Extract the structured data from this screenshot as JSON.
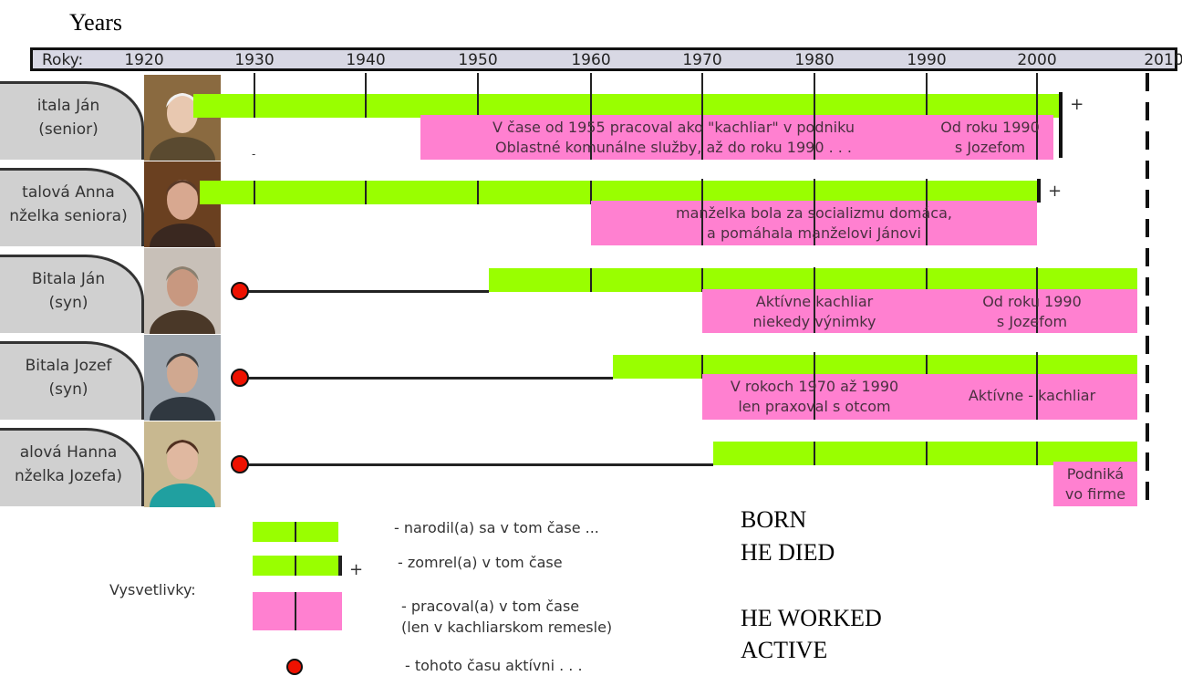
{
  "title": "Years",
  "axis": {
    "label": "Roky:",
    "years": [
      "1920",
      "1930",
      "1940",
      "1950",
      "1960",
      "1970",
      "1980",
      "1990",
      "2000",
      "2010"
    ]
  },
  "people": [
    {
      "name_line1": "itala Ján",
      "name_line2": "(senior)",
      "green_from": 1924,
      "green_to": 2002,
      "died": true,
      "plus": "+",
      "dot": false,
      "dash": "-",
      "work": [
        {
          "from": 1945,
          "to": 1990,
          "line1": "V čase od 1955 pracoval ako \"kachliar\" v podniku",
          "line2": "Oblastné komunálne služby, až do roku 1990 . . ."
        },
        {
          "from": 1990,
          "to": 2002,
          "line1": "Od roku 1990",
          "line2": "s Jozefom"
        }
      ]
    },
    {
      "name_line1": "talová Anna",
      "name_line2": "nželka seniora)",
      "green_from": 1925,
      "green_to": 2000,
      "died": true,
      "plus": "+",
      "dot": false,
      "work": [
        {
          "from": 1960,
          "to": 2000,
          "line1": "manželka bola za socializmu domáca,",
          "line2": "a pomáhala manželovi Jánovi"
        }
      ]
    },
    {
      "name_line1": "Bitala Ján",
      "name_line2": "(syn)",
      "green_from": 1951,
      "green_to": 2010,
      "died": false,
      "dot": true,
      "work": [
        {
          "from": 1970,
          "to": 1990,
          "line1": "Aktívne kachliar",
          "line2": "niekedy výnimky"
        },
        {
          "from": 1990,
          "to": 2010,
          "line1": "Od roku 1990",
          "line2": "s Jozefom"
        }
      ]
    },
    {
      "name_line1": "Bitala Jozef",
      "name_line2": "(syn)",
      "green_from": 1962,
      "green_to": 2010,
      "died": false,
      "dot": true,
      "work": [
        {
          "from": 1970,
          "to": 1990,
          "line1": "V rokoch 1970 až 1990",
          "line2": "len praxoval s otcom"
        },
        {
          "from": 1990,
          "to": 2010,
          "line1": "Aktívne -  kachliar",
          "line2": ""
        }
      ]
    },
    {
      "name_line1": "alová Hanna",
      "name_line2": "nželka Jozefa)",
      "green_from": 1971,
      "green_to": 2010,
      "died": false,
      "dot": true,
      "work": [
        {
          "from": 2002,
          "to": 2010,
          "line1": "Podniká",
          "line2": "vo firme"
        }
      ]
    }
  ],
  "legend": {
    "title": "Vysvetlivky:",
    "born": "- narodil(a) sa v tom čase ...",
    "died": "- zomrel(a) v tom čase",
    "died_plus": "+",
    "worked_line1": "- pracoval(a) v tom čase",
    "worked_line2": "(len v kachliarskom remesle)",
    "active": "- tohoto času aktívni . . ."
  },
  "english": {
    "born": "BORN",
    "died": "HE DIED",
    "worked": "HE WORKED",
    "active": "ACTIVE"
  },
  "colors": {
    "born_bar": "#99ff00",
    "work_bar": "#ff80d0",
    "active_dot": "#ee1100",
    "axis_bg": "#d8d8e4"
  }
}
